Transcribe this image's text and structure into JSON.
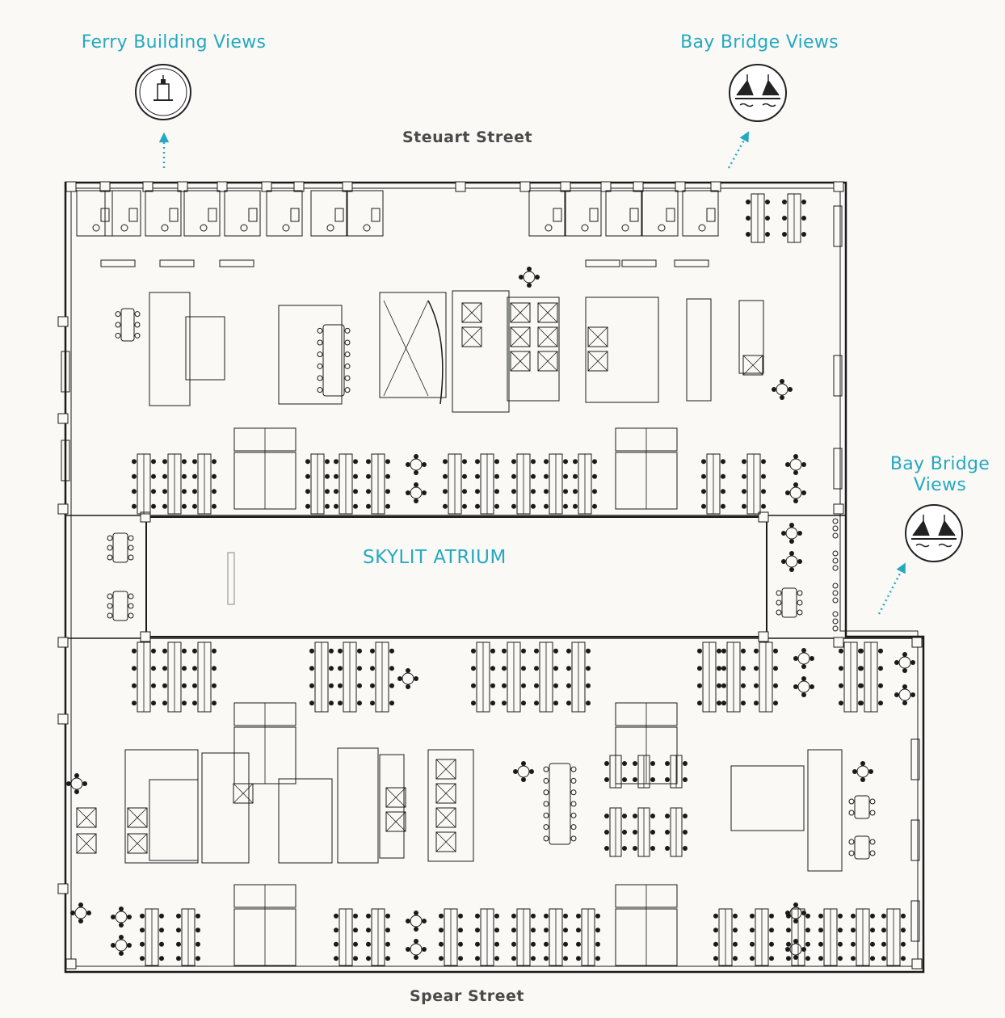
{
  "labels": {
    "ferry_views": "Ferry Building Views",
    "bay_views_top": "Bay Bridge Views",
    "bay_views_right_line1": "Bay Bridge",
    "bay_views_right_line2": "Views",
    "atrium": "SKYLIT ATRIUM",
    "street_north": "Steuart Street",
    "street_south": "Spear Street"
  },
  "icons": {
    "ferry": "ferry-building-icon",
    "bridge": "bay-bridge-icon"
  },
  "colors": {
    "accent": "#26a9c0",
    "line": "#1a1a1a",
    "background": "#faf9f6"
  }
}
